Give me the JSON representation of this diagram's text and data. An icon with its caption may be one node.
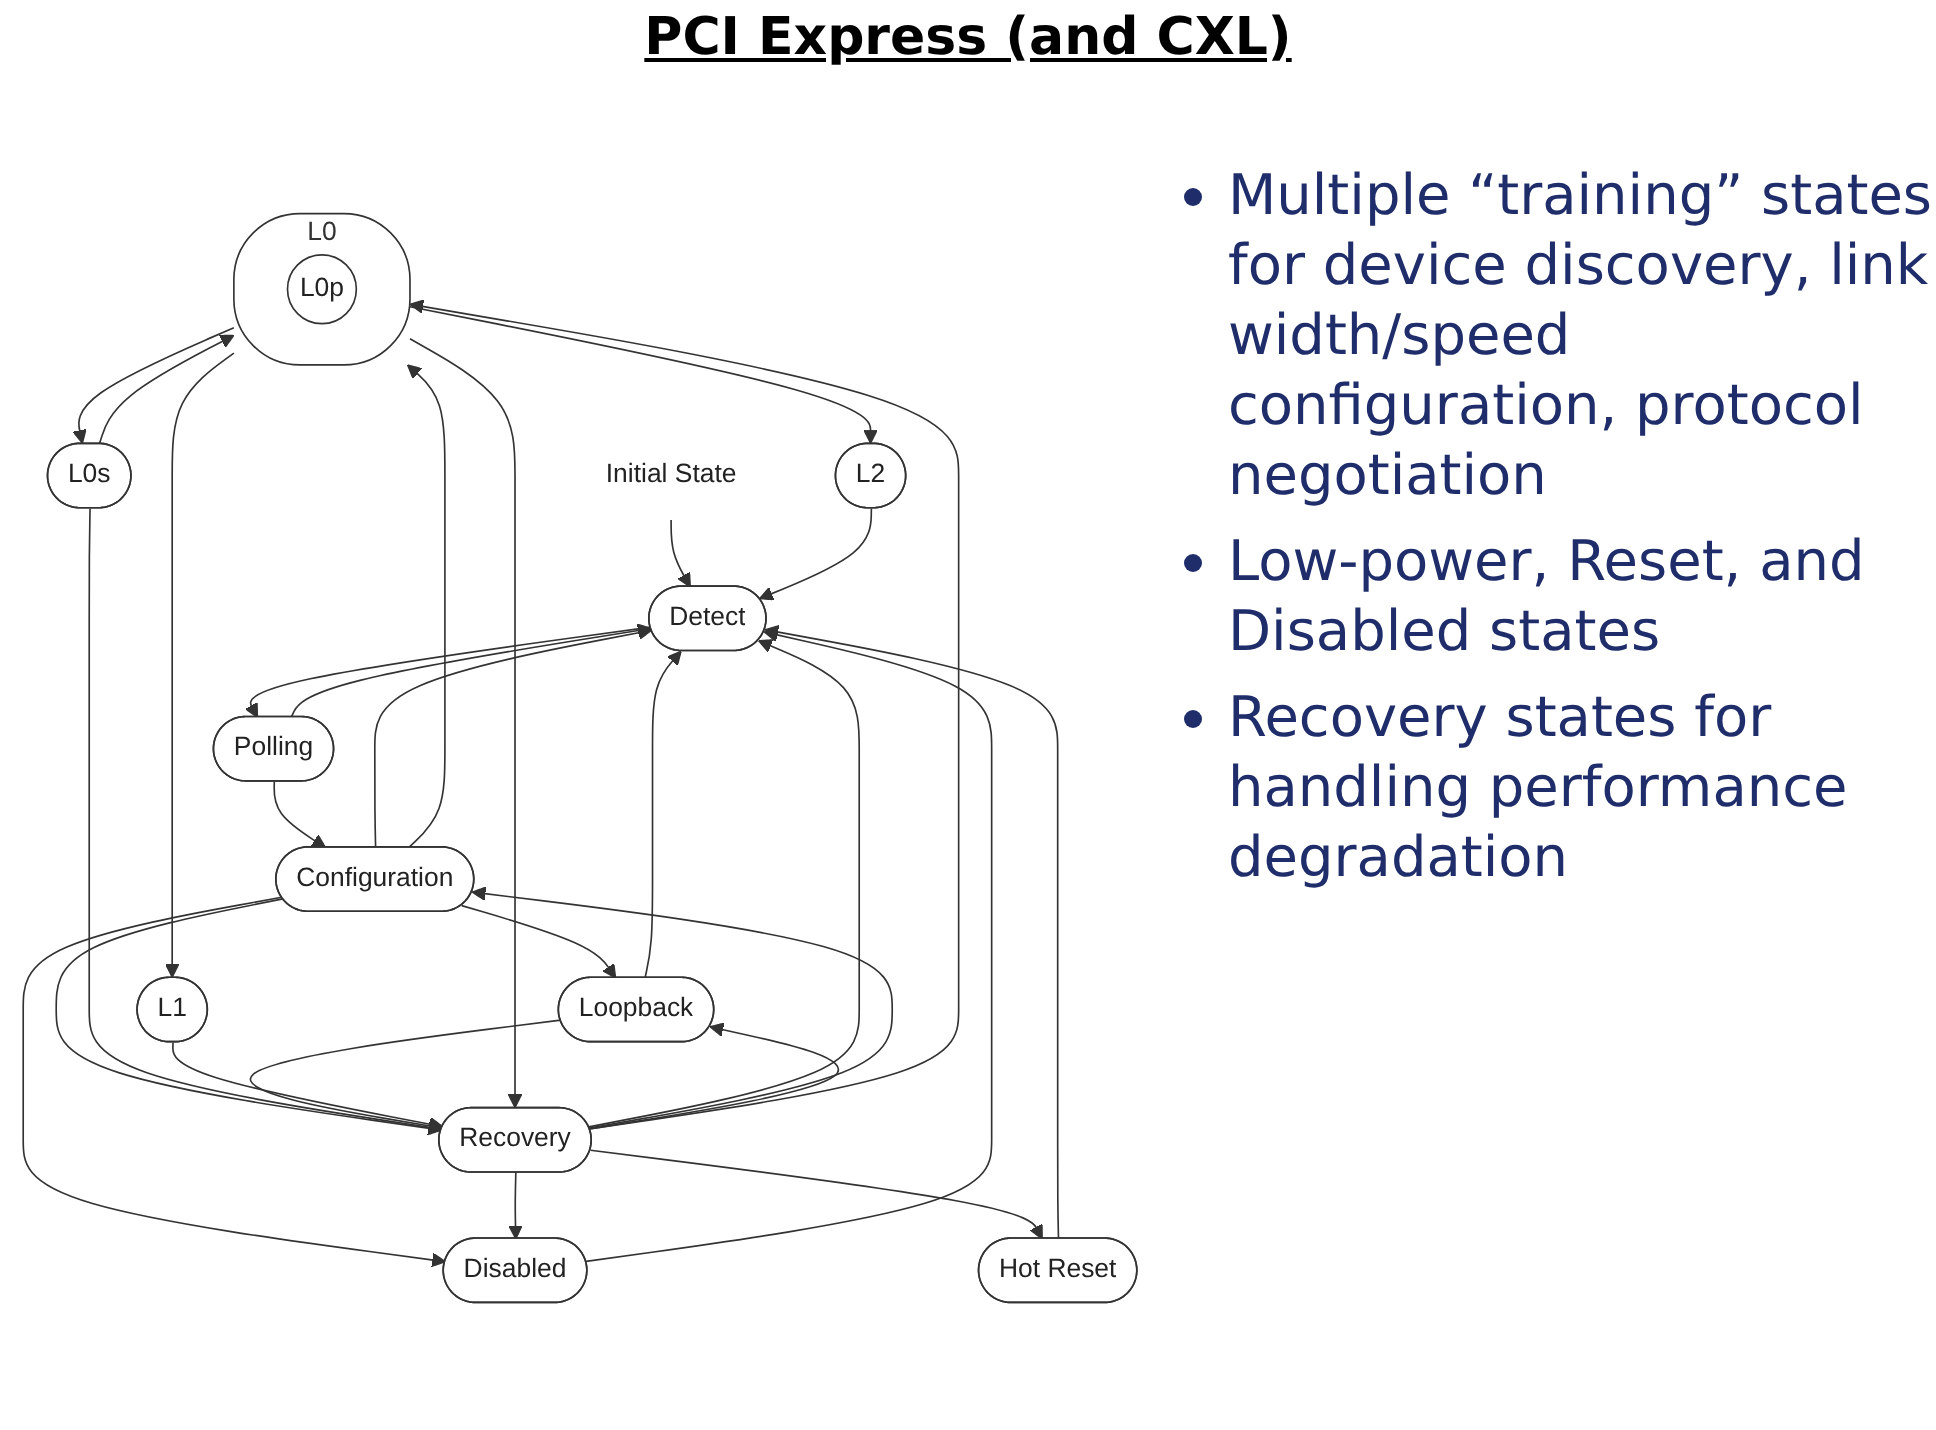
{
  "diagram": {
    "title": "PCI Express (and CXL)",
    "nodes": [
      {
        "text": [
          "Initial State"
        ]
      },
      {
        "text": [
          "Detect"
        ]
      },
      {
        "text": [
          "Polling"
        ]
      },
      {
        "text": [
          "Disabled"
        ]
      },
      {
        "text": [
          "L2"
        ]
      },
      {
        "text": [
          "Configuration"
        ]
      },
      {
        "text": [
          "Hot Reset"
        ]
      },
      {
        "text": [
          "L0"
        ]
      },
      {
        "text": [
          "L0p"
        ],
        "in": 7
      },
      {
        "text": [
          "Loopback"
        ]
      },
      {
        "text": [
          "L0s"
        ]
      },
      {
        "text": [
          "Recovery"
        ]
      },
      {
        "text": [
          "L1"
        ]
      }
    ],
    "edges": [
      {
        "from": 0,
        "to": 1,
        "arrow": "to"
      },
      {
        "from": 1,
        "to": 2,
        "arrow": "to"
      },
      {
        "from": 2,
        "to": 1,
        "arrow": "to"
      },
      {
        "from": 2,
        "to": 5,
        "arrow": "to"
      },
      {
        "from": 5,
        "to": 1,
        "arrow": "to"
      },
      {
        "from": 4,
        "to": 1,
        "arrow": "to"
      },
      {
        "from": 11,
        "to": 1,
        "arrow": "to"
      },
      {
        "from": 6,
        "to": 1,
        "arrow": "to"
      },
      {
        "from": 3,
        "to": 1,
        "arrow": "to"
      },
      {
        "from": 9,
        "to": 1,
        "arrow": "to"
      },
      {
        "from": 5,
        "to": 3,
        "arrow": "to"
      },
      {
        "from": 5,
        "to": 7,
        "arrow": "to"
      },
      {
        "from": 5,
        "to": 9,
        "arrow": "to"
      },
      {
        "from": 5,
        "to": 11,
        "arrow": "to"
      },
      {
        "from": 11,
        "to": 5,
        "arrow": "to"
      },
      {
        "from": 7,
        "to": 4,
        "arrow": "to"
      },
      {
        "from": 7,
        "to": 12,
        "arrow": "to"
      },
      {
        "from": 7,
        "to": 10,
        "arrow": "to"
      },
      {
        "from": 10,
        "to": 7,
        "arrow": "to"
      },
      {
        "from": 7,
        "to": 11,
        "arrow": "to"
      },
      {
        "from": 11,
        "to": 7,
        "arrow": "to"
      },
      {
        "from": 10,
        "to": 11,
        "arrow": "to"
      },
      {
        "from": 11,
        "to": 9,
        "arrow": "to"
      },
      {
        "from": 9,
        "to": 11,
        "arrow": "to"
      },
      {
        "from": 12,
        "to": 11,
        "arrow": "to"
      },
      {
        "from": 11,
        "to": 6,
        "arrow": "to"
      },
      {
        "from": 11,
        "to": 3,
        "arrow": "to"
      }
    ],
    "labels": [
      "Multiple “training” states for device discovery, link width/speed configuration, protocol negotiation",
      "Low-power, Reset, and Disabled states",
      "Recovery states for handling performance degradation"
    ]
  }
}
